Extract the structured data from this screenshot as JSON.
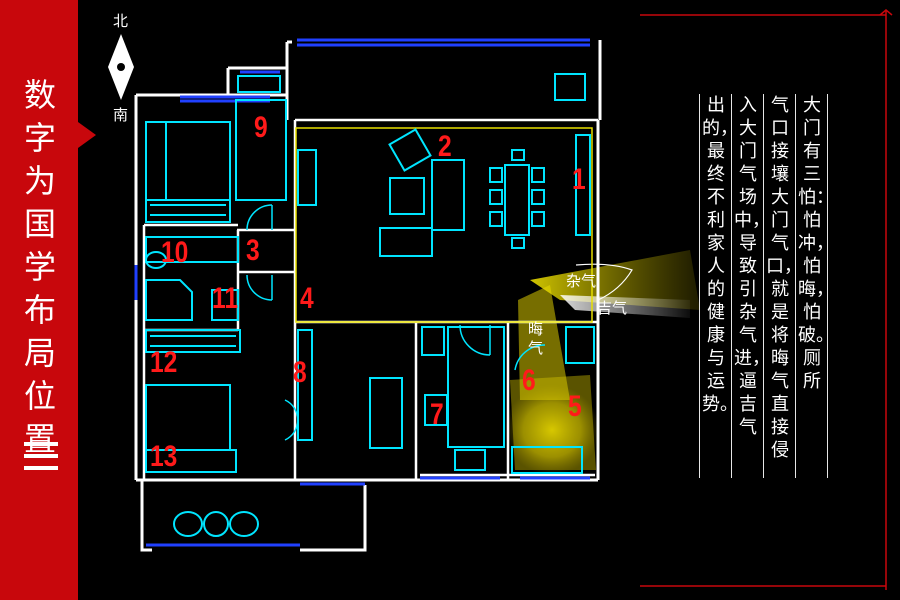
{
  "banner": {
    "title": "数字为国学布局位置",
    "color": "#c8070c"
  },
  "compass": {
    "north": "北",
    "south": "南"
  },
  "room_numbers": [
    "1",
    "2",
    "3",
    "4",
    "5",
    "6",
    "7",
    "8",
    "9",
    "10",
    "11",
    "12",
    "13"
  ],
  "qi_labels": {
    "mixed": "杂气",
    "auspicious": "吉气",
    "dark": "晦气"
  },
  "description_columns": [
    "大门有三怕：怕冲，怕晦，怕破。厕所",
    "气口接壤大门气口，就是将晦气直接侵",
    "入大门气场中，导致引杂气进，逼吉气",
    "出的，最终不利家人的健康与运势。"
  ],
  "colors": {
    "wall": "#ffffff",
    "furniture": "#00e5ff",
    "window": "#2040ff",
    "zone_outline": "#e8e000",
    "room_number": "#ff1a1a",
    "qi_flow": "#e8d800"
  }
}
